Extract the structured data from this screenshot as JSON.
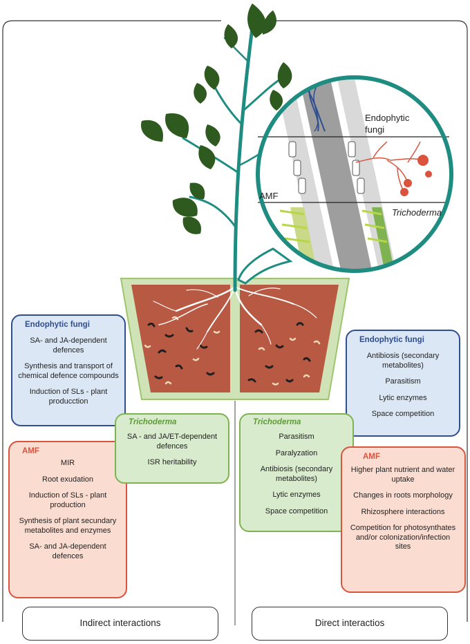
{
  "zoom_labels": {
    "endophytic": [
      "Endophytic",
      "fungi"
    ],
    "amf": "AMF",
    "trichoderma": "Trichoderma"
  },
  "left_endophytic": {
    "title": "Endophytic fungi",
    "items": [
      "SA- and JA-dependent defences",
      "Synthesis and transport of chemical defence compounds",
      "Induction of SLs - plant producction"
    ]
  },
  "left_amf": {
    "title": "AMF",
    "items": [
      "MIR",
      "Root exudation",
      "Induction of SLs - plant production",
      "Synthesis of plant secundary metabolites and enzymes",
      "SA- and JA-dependent defences"
    ]
  },
  "left_trichoderma": {
    "title": "Trichoderma",
    "items": [
      "SA - and JA/ET-dependent defences",
      "ISR heritability"
    ]
  },
  "right_endophytic": {
    "title": "Endophytic fungi",
    "items": [
      "Antibiosis (secondary metabolites)",
      "Parasitism",
      "Lytic enzymes",
      "Space competition"
    ]
  },
  "right_trichoderma": {
    "title": "Trichoderma",
    "items": [
      "Parasitism",
      "Paralyzation",
      "Antibiosis (secondary metabolites)",
      "Lytic enzymes",
      "Space competition"
    ]
  },
  "right_amf": {
    "title": "AMF",
    "items": [
      "Higher plant nutrient and water uptake",
      "Changes in roots morphology",
      "Rhizosphere interactions",
      "Competition for photosynthates and/or colonization/infection sites"
    ]
  },
  "bottom": {
    "left": "Indirect interactions",
    "right": "Direct interactios"
  },
  "colors": {
    "stem": "#1e8c80",
    "leaf": "#2e5a1f",
    "soil": "#b85a43",
    "blue": "#2f4d8f",
    "red": "#d9533d",
    "green": "#7fb352"
  }
}
